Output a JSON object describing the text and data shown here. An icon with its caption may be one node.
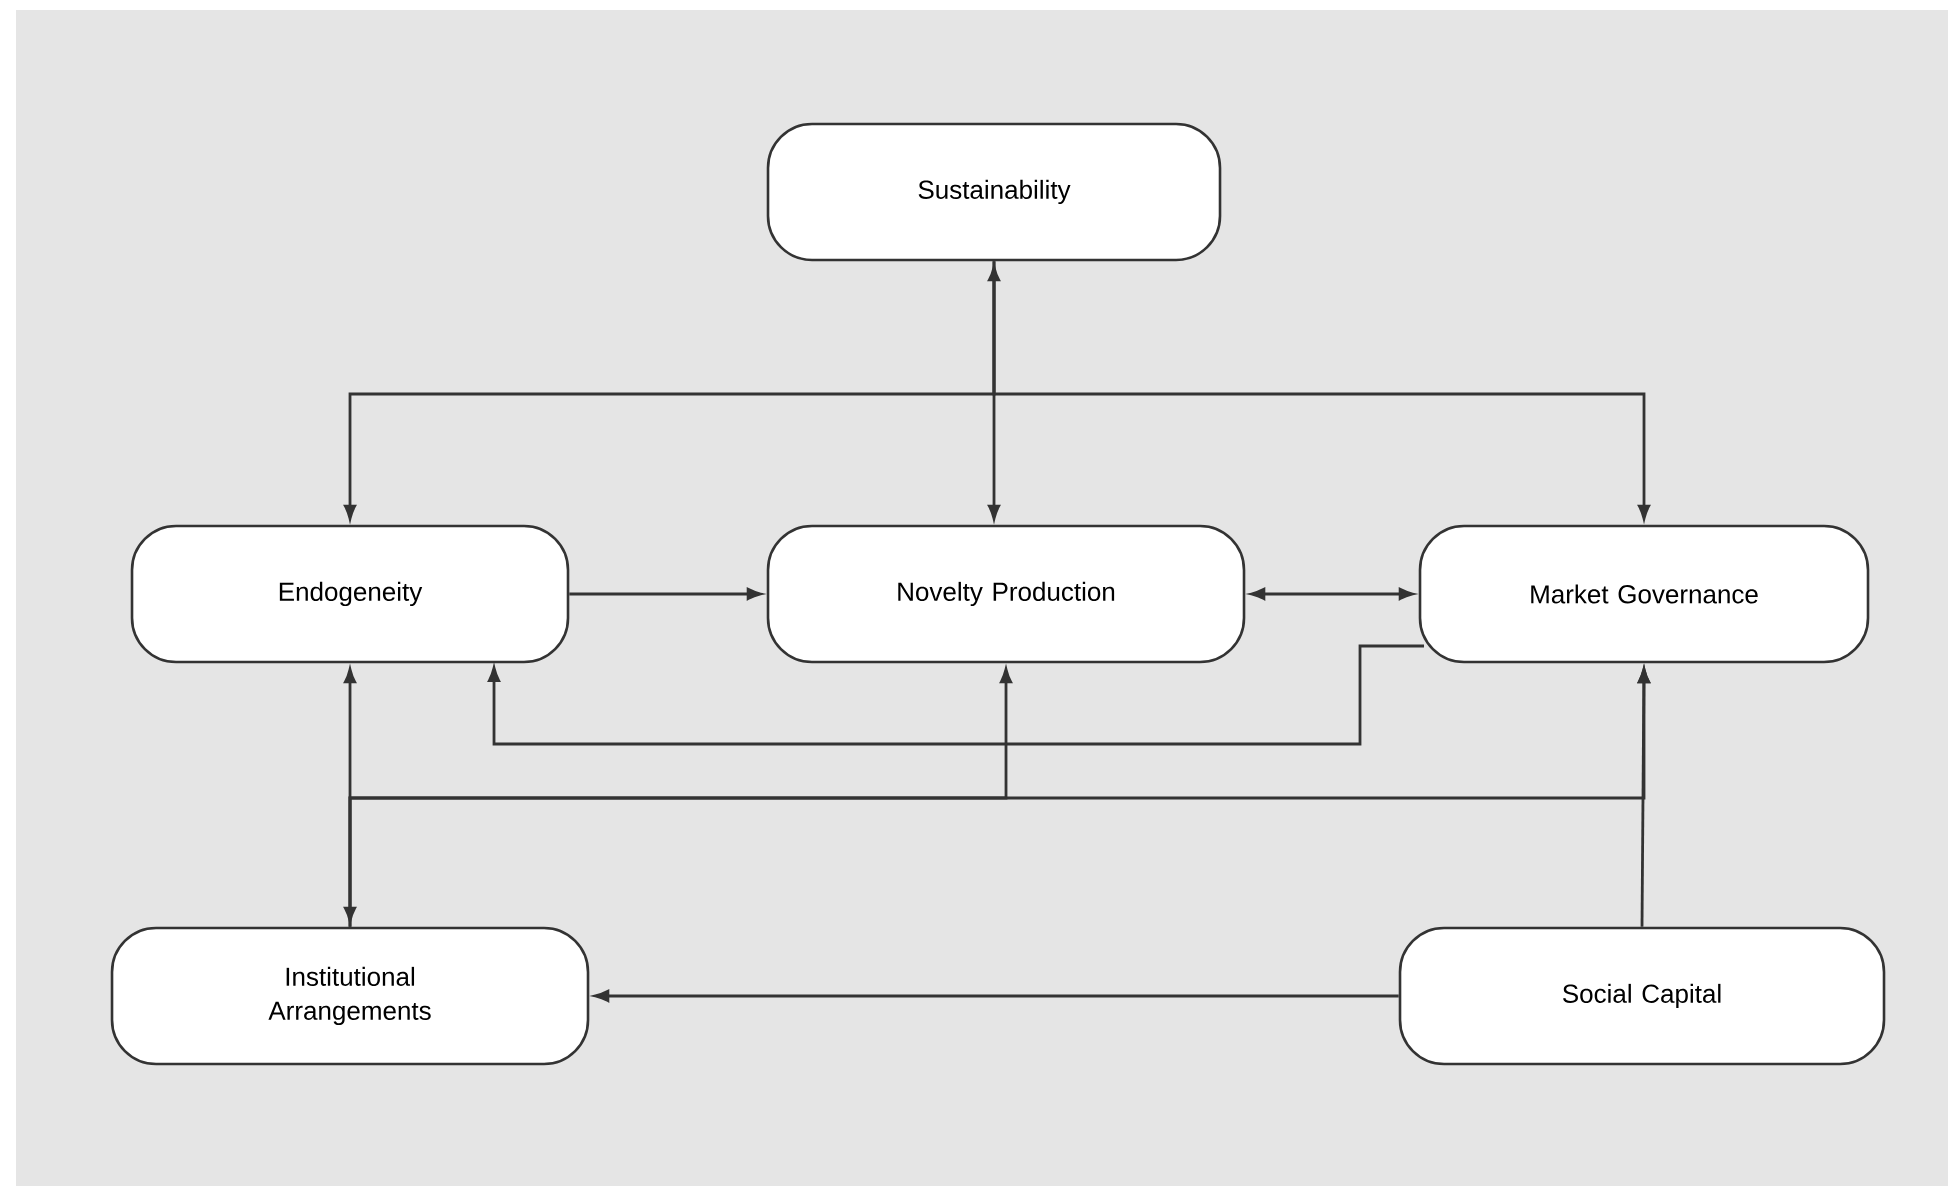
{
  "diagram": {
    "nodes": [
      {
        "text": [
          "Sustainability"
        ]
      },
      {
        "text": [
          "Endogeneity"
        ]
      },
      {
        "text": [
          "Novelty Production"
        ]
      },
      {
        "text": [
          "Market Governance"
        ]
      },
      {
        "text": [
          "Institutional Arrangements"
        ]
      },
      {
        "text": [
          "Social Capital"
        ]
      }
    ],
    "edges": [
      {
        "from": 0,
        "to": 2,
        "arrow": "both"
      },
      {
        "from": 0,
        "to": 1,
        "arrow": "to"
      },
      {
        "from": 0,
        "to": 3,
        "arrow": "to"
      },
      {
        "from": 1,
        "to": 2,
        "arrow": "to"
      },
      {
        "from": 2,
        "to": 3,
        "arrow": "both"
      },
      {
        "from": 3,
        "to": 1,
        "arrow": "to"
      },
      {
        "from": 1,
        "to": 4,
        "arrow": "both"
      },
      {
        "from": 4,
        "to": 2,
        "arrow": "to"
      },
      {
        "from": 4,
        "to": 3,
        "arrow": "to"
      },
      {
        "from": 5,
        "to": 3,
        "arrow": "to"
      },
      {
        "from": 5,
        "to": 4,
        "arrow": "to"
      }
    ]
  }
}
